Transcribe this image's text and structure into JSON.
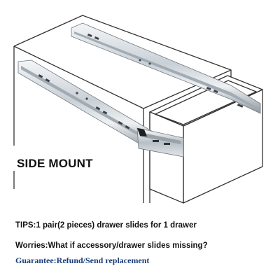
{
  "illustration": {
    "label": "SIDE MOUNT"
  },
  "notes": {
    "tips": "TIPS:1 pair(2 pieces) drawer slides for 1 drawer",
    "worries": "Worries:What if accessory/drawer slides missing?",
    "guarantee": "Guarantee:Refund/Send replacement"
  },
  "colors": {
    "guarantee_text": "#1a3f7a",
    "line": "#333333",
    "rail_light": "#e9edf0",
    "rail_mid": "#c3cad0",
    "rail_dark": "#8d969e"
  }
}
